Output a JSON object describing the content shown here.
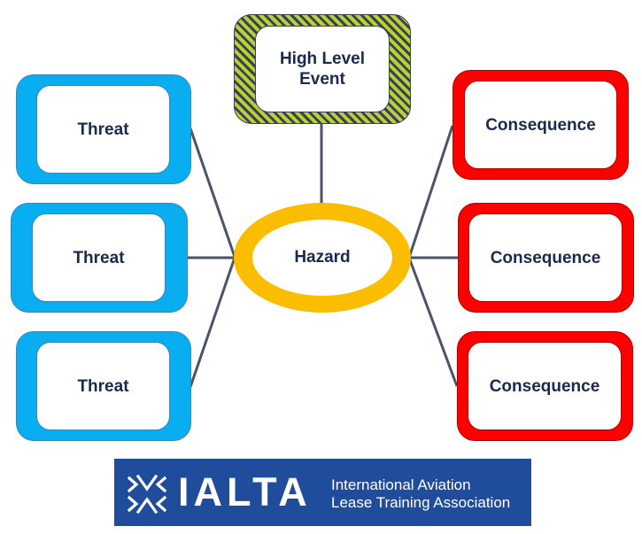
{
  "diagram": {
    "high_level_event": "High Level Event",
    "hazard": "Hazard",
    "threats": [
      "Threat",
      "Threat",
      "Threat"
    ],
    "consequences": [
      "Consequence",
      "Consequence",
      "Consequence"
    ]
  },
  "logo": {
    "name": "IALTA",
    "tagline_line1": "International Aviation",
    "tagline_line2": "Lease Training Association"
  },
  "colors": {
    "threat": "#08aeef",
    "consequence": "#ff0000",
    "hazard": "#fbbd00",
    "high_level_event_stripe_a": "#b7d233",
    "high_level_event_stripe_b": "#3d3f59",
    "text": "#1a2a4f",
    "connector": "#4a5568",
    "logo_banner": "#1f4d9c"
  }
}
